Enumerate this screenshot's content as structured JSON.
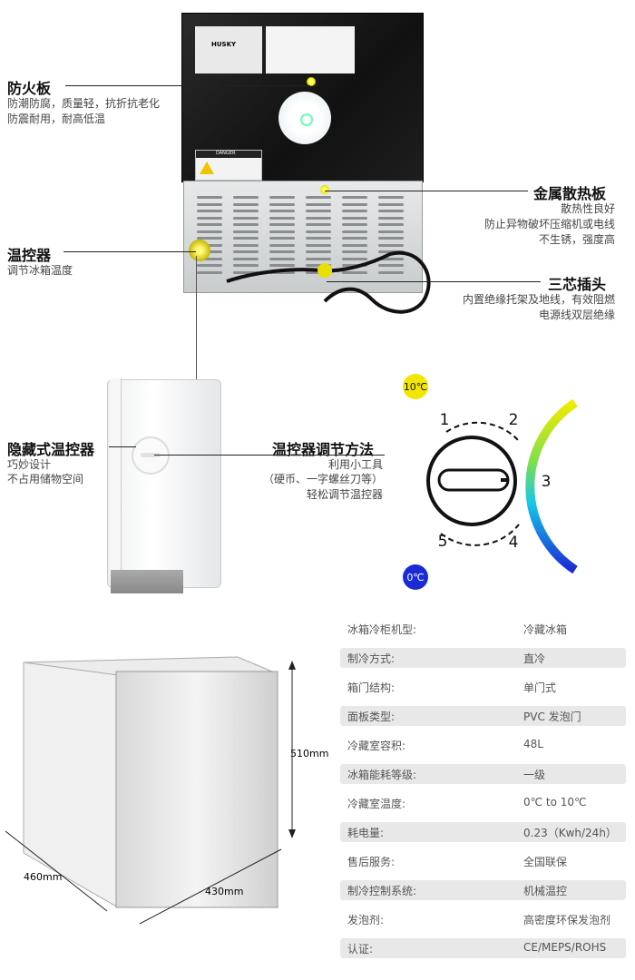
{
  "features": {
    "fireproof": {
      "title": "防火板",
      "lines": [
        "防潮防腐，质量轻，抗折抗老化",
        "防震耐用，耐高低温"
      ]
    },
    "heatsink": {
      "title": "金属散热板",
      "lines": [
        "散热性良好",
        "防止异物破坏压缩机或电线",
        "不生锈，强度高"
      ]
    },
    "thermostat": {
      "title": "温控器",
      "lines": [
        "调节冰箱温度"
      ]
    },
    "plug": {
      "title": "三芯插头",
      "lines": [
        "内置绝缘托架及地线，有效阻燃",
        "电源线双层绝缘"
      ]
    },
    "hidden": {
      "title": "隐藏式温控器",
      "lines": [
        "巧妙设计",
        "不占用储物空间"
      ]
    },
    "adjust": {
      "title": "温控器调节方法",
      "lines": [
        "利用小工具",
        "（硬币、一字螺丝刀等）",
        "轻松调节温控器"
      ]
    }
  },
  "panel": {
    "brand": "HUSKY",
    "warning": "DANGER"
  },
  "dial": {
    "max_temp": "10℃",
    "min_temp": "0℃",
    "marks": [
      "1",
      "2",
      "3",
      "4",
      "5"
    ]
  },
  "dimensions": {
    "height": "510mm",
    "depth": "460mm",
    "width": "430mm"
  },
  "specs": [
    {
      "k": "冰箱冷柜机型:",
      "v": "冷藏冰箱"
    },
    {
      "k": "制冷方式:",
      "v": "直冷"
    },
    {
      "k": "箱门结构:",
      "v": "单门式"
    },
    {
      "k": "面板类型:",
      "v": "PVC 发泡门"
    },
    {
      "k": "冷藏室容积:",
      "v": "48L"
    },
    {
      "k": "冰箱能耗等级:",
      "v": "一级"
    },
    {
      "k": "冷藏室温度:",
      "v": "0℃ to 10℃"
    },
    {
      "k": "耗电量:",
      "v": "0.23（Kwh/24h）"
    },
    {
      "k": "售后服务:",
      "v": "全国联保"
    },
    {
      "k": "制冷控制系统:",
      "v": "机械温控"
    },
    {
      "k": "发泡剂:",
      "v": "高密度环保发泡剂"
    },
    {
      "k": "认证:",
      "v": "CE/MEPS/ROHS"
    }
  ],
  "colors": {
    "hot": "#f3e600",
    "cold": "#1a2bd6",
    "highlight": "#f0f000"
  }
}
